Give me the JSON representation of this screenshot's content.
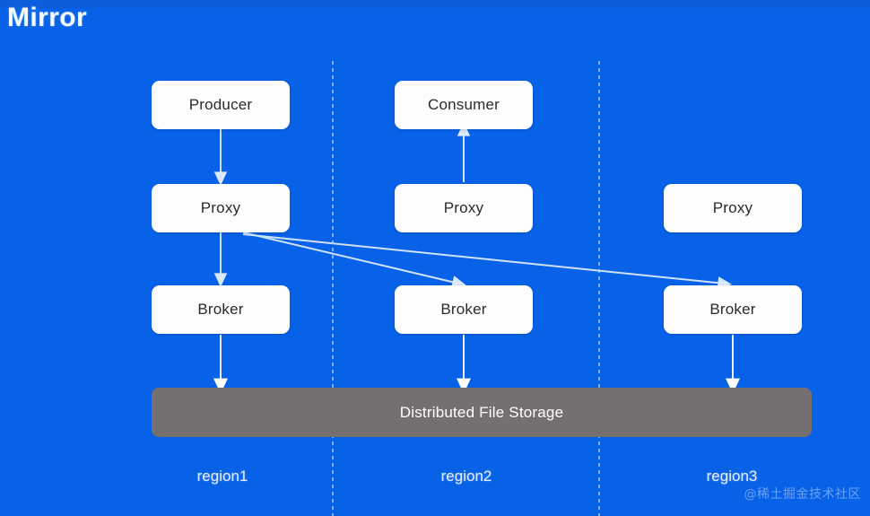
{
  "title": "Mirror",
  "colors": {
    "background": "#0862e8",
    "top_strip": "#0a5ddb",
    "node_fill": "#fdfdfd",
    "node_text": "#2b2b2b",
    "storage_fill": "#757070",
    "storage_text": "#ffffff",
    "wire": "#cfe2fb",
    "divider": "#b9d4f7",
    "region_text": "#e4eeff"
  },
  "nodes": {
    "producer": "Producer",
    "consumer": "Consumer",
    "proxy1": "Proxy",
    "proxy2": "Proxy",
    "proxy3": "Proxy",
    "broker1": "Broker",
    "broker2": "Broker",
    "broker3": "Broker"
  },
  "storage": {
    "label": "Distributed File Storage"
  },
  "regions": [
    {
      "label": "region1"
    },
    {
      "label": "region2"
    },
    {
      "label": "region3"
    }
  ],
  "watermark": "@稀土掘金技术社区"
}
